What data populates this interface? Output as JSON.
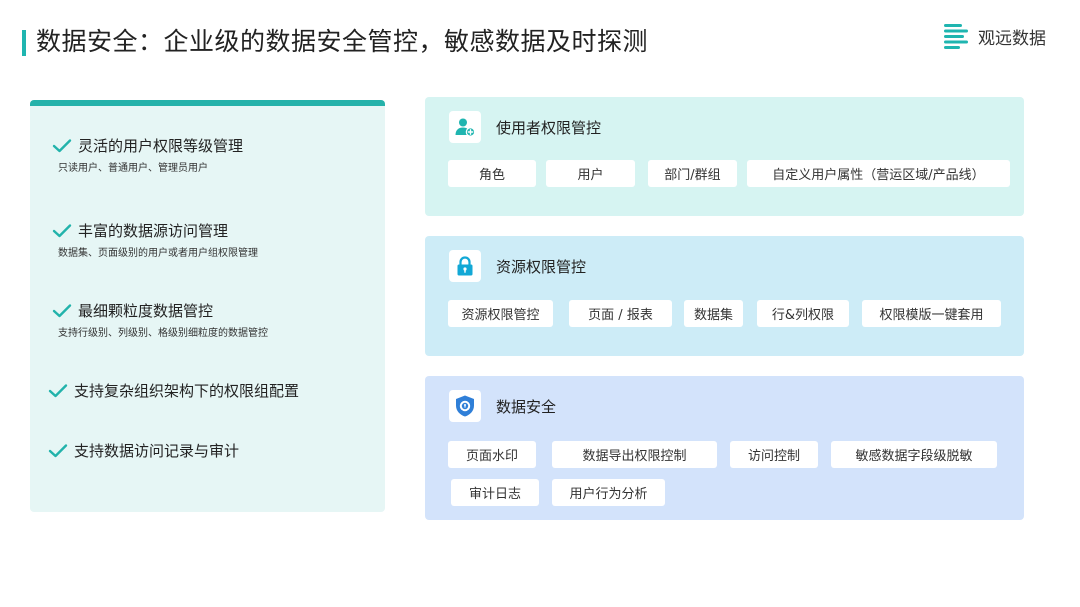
{
  "header": {
    "title": "数据安全：企业级的数据安全管控，敏感数据及时探测",
    "brand": "观远数据",
    "accent": "#1fb5b0"
  },
  "features": [
    {
      "title": "灵活的用户权限等级管理",
      "desc": "只读用户、普通用户、管理员用户"
    },
    {
      "title": "丰富的数据源访问管理",
      "desc": "数据集、页面级别的用户或者用户组权限管理"
    },
    {
      "title": "最细颗粒度数据管控",
      "desc": "支持行级别、列级别、格级别细粒度的数据管控"
    },
    {
      "title": "支持复杂组织架构下的权限组配置",
      "desc": ""
    },
    {
      "title": "支持数据访问记录与审计",
      "desc": ""
    }
  ],
  "cards": {
    "users": {
      "title": "使用者权限管控",
      "icon": "user-add-icon",
      "chips": [
        "角色",
        "用户",
        "部门/群组",
        "自定义用户属性（营运区域/产品线）"
      ]
    },
    "resource": {
      "title": "资源权限管控",
      "icon": "lock-icon",
      "chips": [
        "资源权限管控",
        "页面 / 报表",
        "数据集",
        "行&列权限",
        "权限模版一键套用"
      ]
    },
    "security": {
      "title": "数据安全",
      "icon": "shield-icon",
      "chips": [
        "页面水印",
        "数据导出权限控制",
        "访问控制",
        "敏感数据字段级脱敏",
        "审计日志",
        "用户行为分析"
      ]
    }
  }
}
